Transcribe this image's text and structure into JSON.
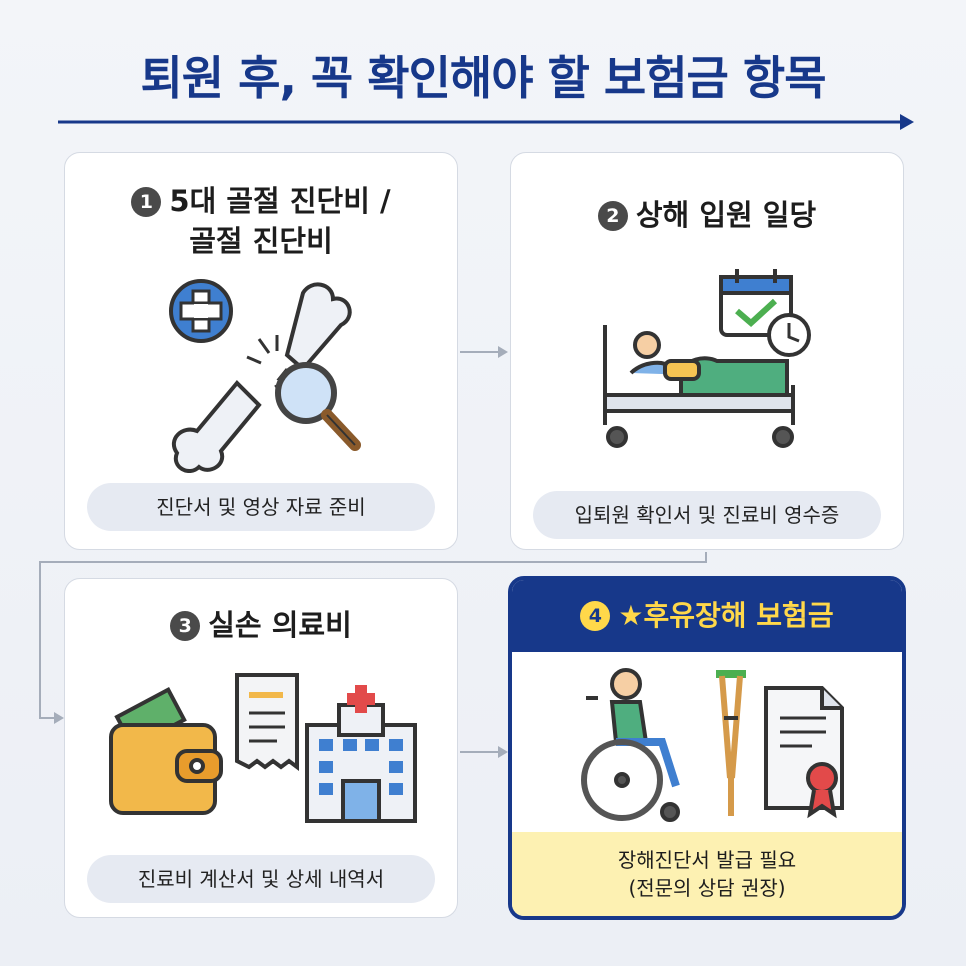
{
  "title": "퇴원 후, 꼭 확인해야 할 보험금 항목",
  "cards": [
    {
      "num": "1",
      "title_line1": "5대 골절 진단비 /",
      "title_line2": "골절 진단비",
      "footer": "진단서 및 영상 자료 준비"
    },
    {
      "num": "2",
      "title_line1": "상해 입원 일당",
      "footer": "입퇴원 확인서 및 진료비 영수증"
    },
    {
      "num": "3",
      "title_line1": "실손 의료비",
      "footer": "진료비 계산서 및 상세 내역서"
    },
    {
      "num": "4",
      "title_line1": "★후유장해 보험금",
      "footer_line1": "장해진단서 발급 필요",
      "footer_line2": "(전문의 상담 권장)"
    }
  ],
  "colors": {
    "navy": "#17388a",
    "yellow": "#ffd84a",
    "note_bg": "#fdf1b2",
    "pill_bg": "#e6eaf2"
  },
  "icons": [
    "medical-cross-icon",
    "broken-bone-icon",
    "magnifier-icon",
    "hospital-bed-icon",
    "calendar-check-icon",
    "clock-icon",
    "wallet-icon",
    "receipt-icon",
    "hospital-icon",
    "wheelchair-icon",
    "crutch-icon",
    "certificate-icon"
  ]
}
